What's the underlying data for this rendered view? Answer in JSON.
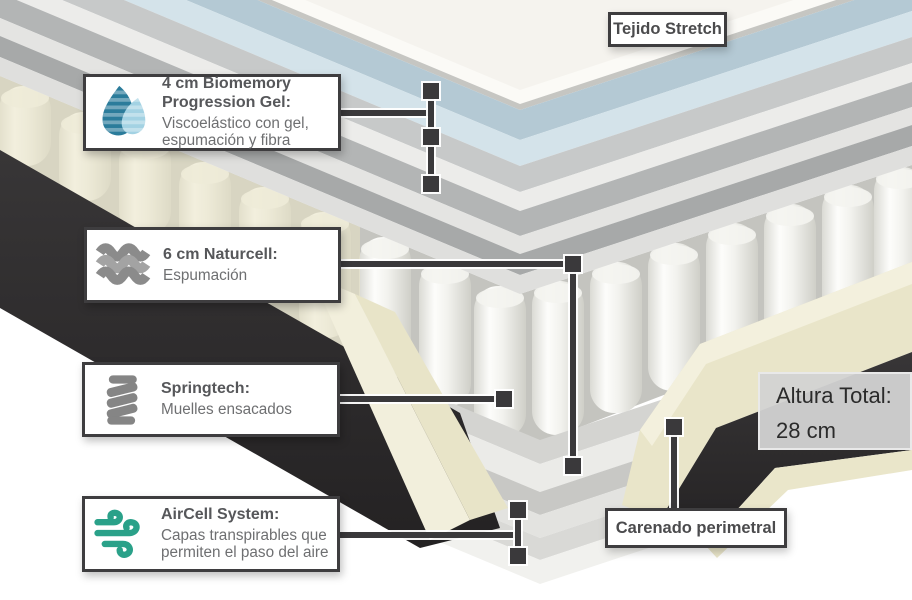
{
  "callouts": [
    {
      "icon": "gel-drops-icon",
      "title": "4 cm Biomemory Progression Gel:",
      "body": "Viscoelástico con gel, espumación y fibra"
    },
    {
      "icon": "foam-waves-icon",
      "title": "6 cm Naturcell:",
      "body": "Espumación"
    },
    {
      "icon": "pocket-springs-icon",
      "title": "Springtech:",
      "body": "Muelles ensacados"
    },
    {
      "icon": "airflow-icon",
      "title": "AirCell System:",
      "body": "Capas transpirables que permiten el paso del aire"
    }
  ],
  "tags": {
    "tejido": "Tejido Stretch",
    "carenado": "Carenado perimetral"
  },
  "altura": {
    "label": "Altura Total:",
    "value": "28 cm"
  },
  "colors": {
    "outline_dark": "#3e3d3f",
    "accent_teal": "#2aa189",
    "drop_blue_dark": "#2b7c9b",
    "drop_blue_light": "#a3d2e3",
    "icon_gray": "#8a8a8a",
    "top_blue_layer": "#b4c9d4",
    "foam_cream": "#e9e5c9",
    "side_fabric_dark": "#2f2d2e"
  }
}
